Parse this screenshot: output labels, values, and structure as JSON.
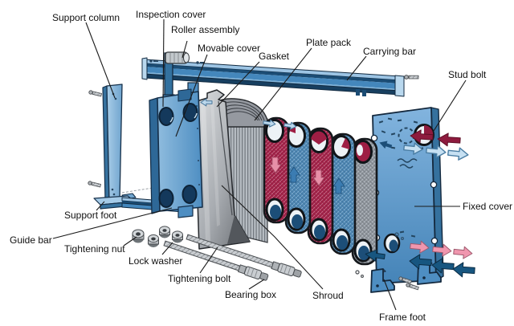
{
  "figure": {
    "subject": "Plate heat exchanger - exploded parts diagram",
    "background": "#ffffff"
  },
  "labels": [
    {
      "id": "support-column",
      "text": "Support column"
    },
    {
      "id": "inspection-cover",
      "text": "Inspection cover"
    },
    {
      "id": "roller-assembly",
      "text": "Roller assembly"
    },
    {
      "id": "movable-cover",
      "text": "Movable cover"
    },
    {
      "id": "gasket",
      "text": "Gasket"
    },
    {
      "id": "plate-pack",
      "text": "Plate pack"
    },
    {
      "id": "carrying-bar",
      "text": "Carrying bar"
    },
    {
      "id": "stud-bolt",
      "text": "Stud bolt"
    },
    {
      "id": "fixed-cover",
      "text": "Fixed cover"
    },
    {
      "id": "support-foot",
      "text": "Support foot"
    },
    {
      "id": "guide-bar",
      "text": "Guide bar"
    },
    {
      "id": "tightening-nut",
      "text": "Tightening nut"
    },
    {
      "id": "lock-washer",
      "text": "Lock washer"
    },
    {
      "id": "tightening-bolt",
      "text": "Tightening bolt"
    },
    {
      "id": "bearing-box",
      "text": "Bearing box"
    },
    {
      "id": "shroud",
      "text": "Shroud"
    },
    {
      "id": "frame-foot",
      "text": "Frame foot"
    }
  ],
  "flows": {
    "top_right": {
      "inlet_color": "#8e1b3e",
      "inlet_direction": "left",
      "outlet_color": "#c6e0f2",
      "outlet_direction": "right"
    },
    "bottom_right": {
      "outlet_color": "#f096ae",
      "outlet_direction": "right",
      "inlet_color": "#175680",
      "inlet_direction": "left"
    }
  },
  "colors": {
    "frame_blue": "#4e8ec2",
    "frame_blue_dark": "#1d4f7c",
    "frame_blue_light": "#a5cbe8",
    "plate_hot": "#a32349",
    "plate_cold": "#4e86b2",
    "end_plate_gray": "#8f959c",
    "shroud_gray": "#9ea3a8",
    "outline": "#16304a",
    "label_text": "#111111",
    "arrow_hot_in": "#8e1b3e",
    "arrow_cold_out": "#c6e0f2",
    "arrow_hot_out": "#f096ae",
    "arrow_cold_in": "#175680"
  }
}
